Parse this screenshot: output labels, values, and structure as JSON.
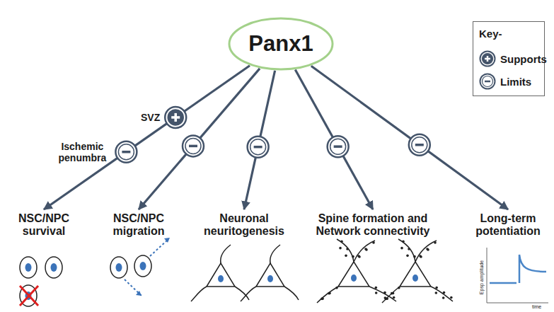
{
  "diagram": {
    "nodes": [
      {
        "text": [
          "Panx1"
        ]
      },
      {
        "text": [
          "NSC/NPC survival"
        ]
      },
      {
        "text": [
          "NSC/NPC migration"
        ]
      },
      {
        "text": [
          "Neuronal neuritogenesis"
        ]
      },
      {
        "text": [
          "Spine formation and Network connectivity"
        ]
      },
      {
        "text": [
          "Long-term potentiation"
        ]
      }
    ],
    "edges": [
      {
        "from": 0,
        "to": 1,
        "arrow": "to"
      },
      {
        "from": 0,
        "to": 2,
        "arrow": "to"
      },
      {
        "from": 0,
        "to": 3,
        "arrow": "to"
      },
      {
        "from": 0,
        "to": 4,
        "arrow": "to"
      },
      {
        "from": 0,
        "to": 5,
        "arrow": "to"
      }
    ],
    "labels": [
      "SVZ",
      "Ischemic penumbra",
      "Key-",
      "Epsp amplitude",
      "time"
    ],
    "legend": [
      {
        "text": "Supports"
      },
      {
        "text": "Limits"
      }
    ]
  }
}
